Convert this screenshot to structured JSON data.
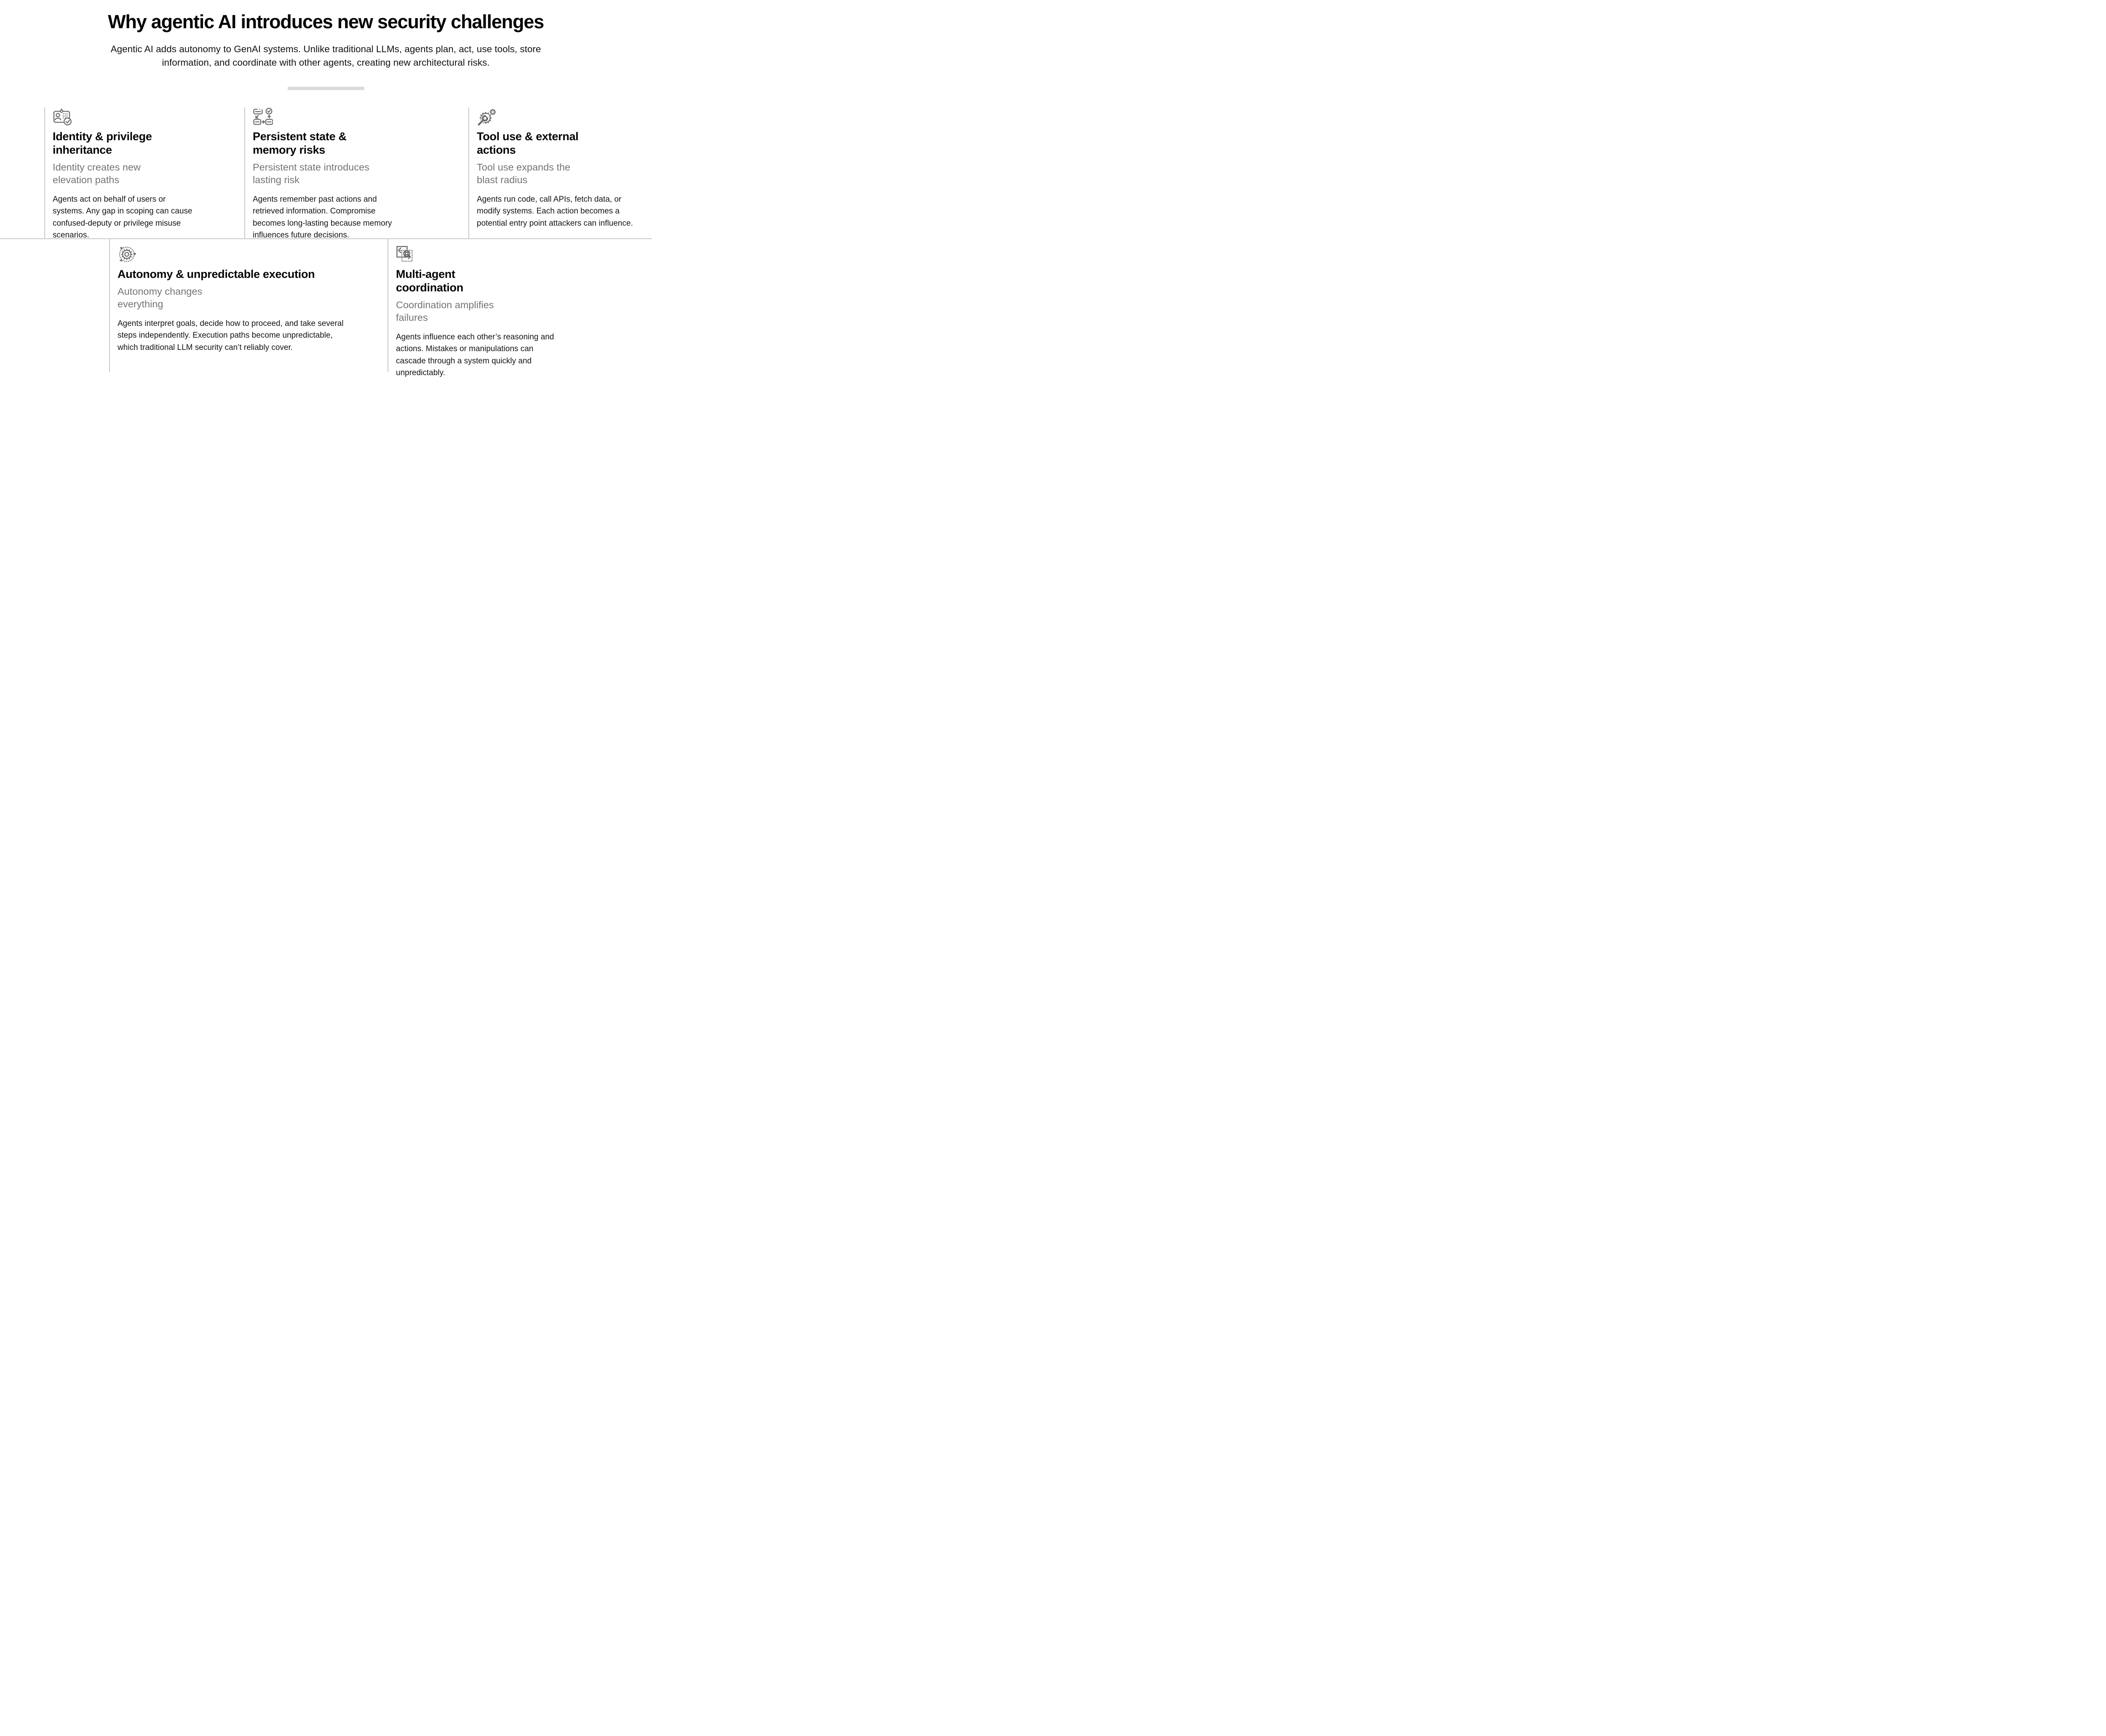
{
  "header": {
    "title": "Why agentic AI introduces new security challenges",
    "subtitle": "Agentic AI adds autonomy to GenAI systems. Unlike traditional LLMs, agents plan, act, use tools, store information, and coordinate with other agents, creating new architectural risks."
  },
  "colors": {
    "grid_line": "#c9c9c9",
    "icon_stroke": "#6a6a6a",
    "muted_text": "#747474",
    "divider_bar": "#dbdbdb"
  },
  "cards": [
    {
      "icon": "id-badge-check-icon",
      "title": "Identity & privilege inheritance",
      "subtitle": "Identity creates new elevation paths",
      "body": "Agents act on behalf of users or systems. Any gap in scoping can cause confused-deputy or privilege misuse scenarios."
    },
    {
      "icon": "workflow-check-icon",
      "title": "Persistent state & memory risks",
      "subtitle": "Persistent state introduces lasting risk",
      "body": "Agents remember past actions and retrieved information. Compromise becomes long-lasting because memory influences future decisions."
    },
    {
      "icon": "wrench-gears-icon",
      "title": "Tool use & external actions",
      "subtitle": "Tool use expands the blast radius",
      "body": "Agents run code, call APIs, fetch data, or modify systems. Each action becomes a potential entry point attackers can influence."
    },
    {
      "icon": "gear-rotation-arrows-icon",
      "title": "Autonomy & unpredictable execution",
      "subtitle": "Autonomy changes everything",
      "body": "Agents interpret goals, decide how to proceed, and take several steps independently. Execution paths become unpredictable, which traditional LLM security can’t reliably cover."
    },
    {
      "icon": "globe-exchange-icon",
      "title": "Multi-agent coordination",
      "subtitle": "Coordination amplifies failures",
      "body": "Agents influence each other’s reasoning and actions. Mistakes or manipulations can cascade through a system quickly and unpredictably."
    }
  ]
}
